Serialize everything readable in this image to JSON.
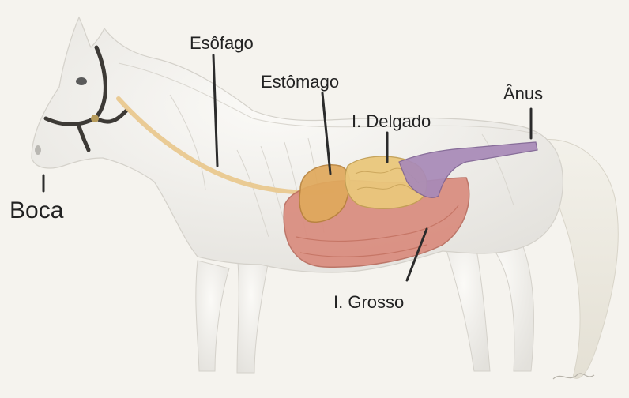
{
  "labels": {
    "boca": "Boca",
    "esofago": "Esôfago",
    "estomago": "Estômago",
    "delgado": "I. Delgado",
    "anus": "Ânus",
    "grosso": "I. Grosso"
  },
  "colors": {
    "background": "#f5f3ee",
    "horse": "#f1f0ec",
    "esophagus": "#e9c88f",
    "stomach": "#e0a95c",
    "small_intestine": "#eac77c",
    "large_intestine": "#d98a7c",
    "rectum": "#a88ab8",
    "leader_line": "#2b2b2b"
  }
}
